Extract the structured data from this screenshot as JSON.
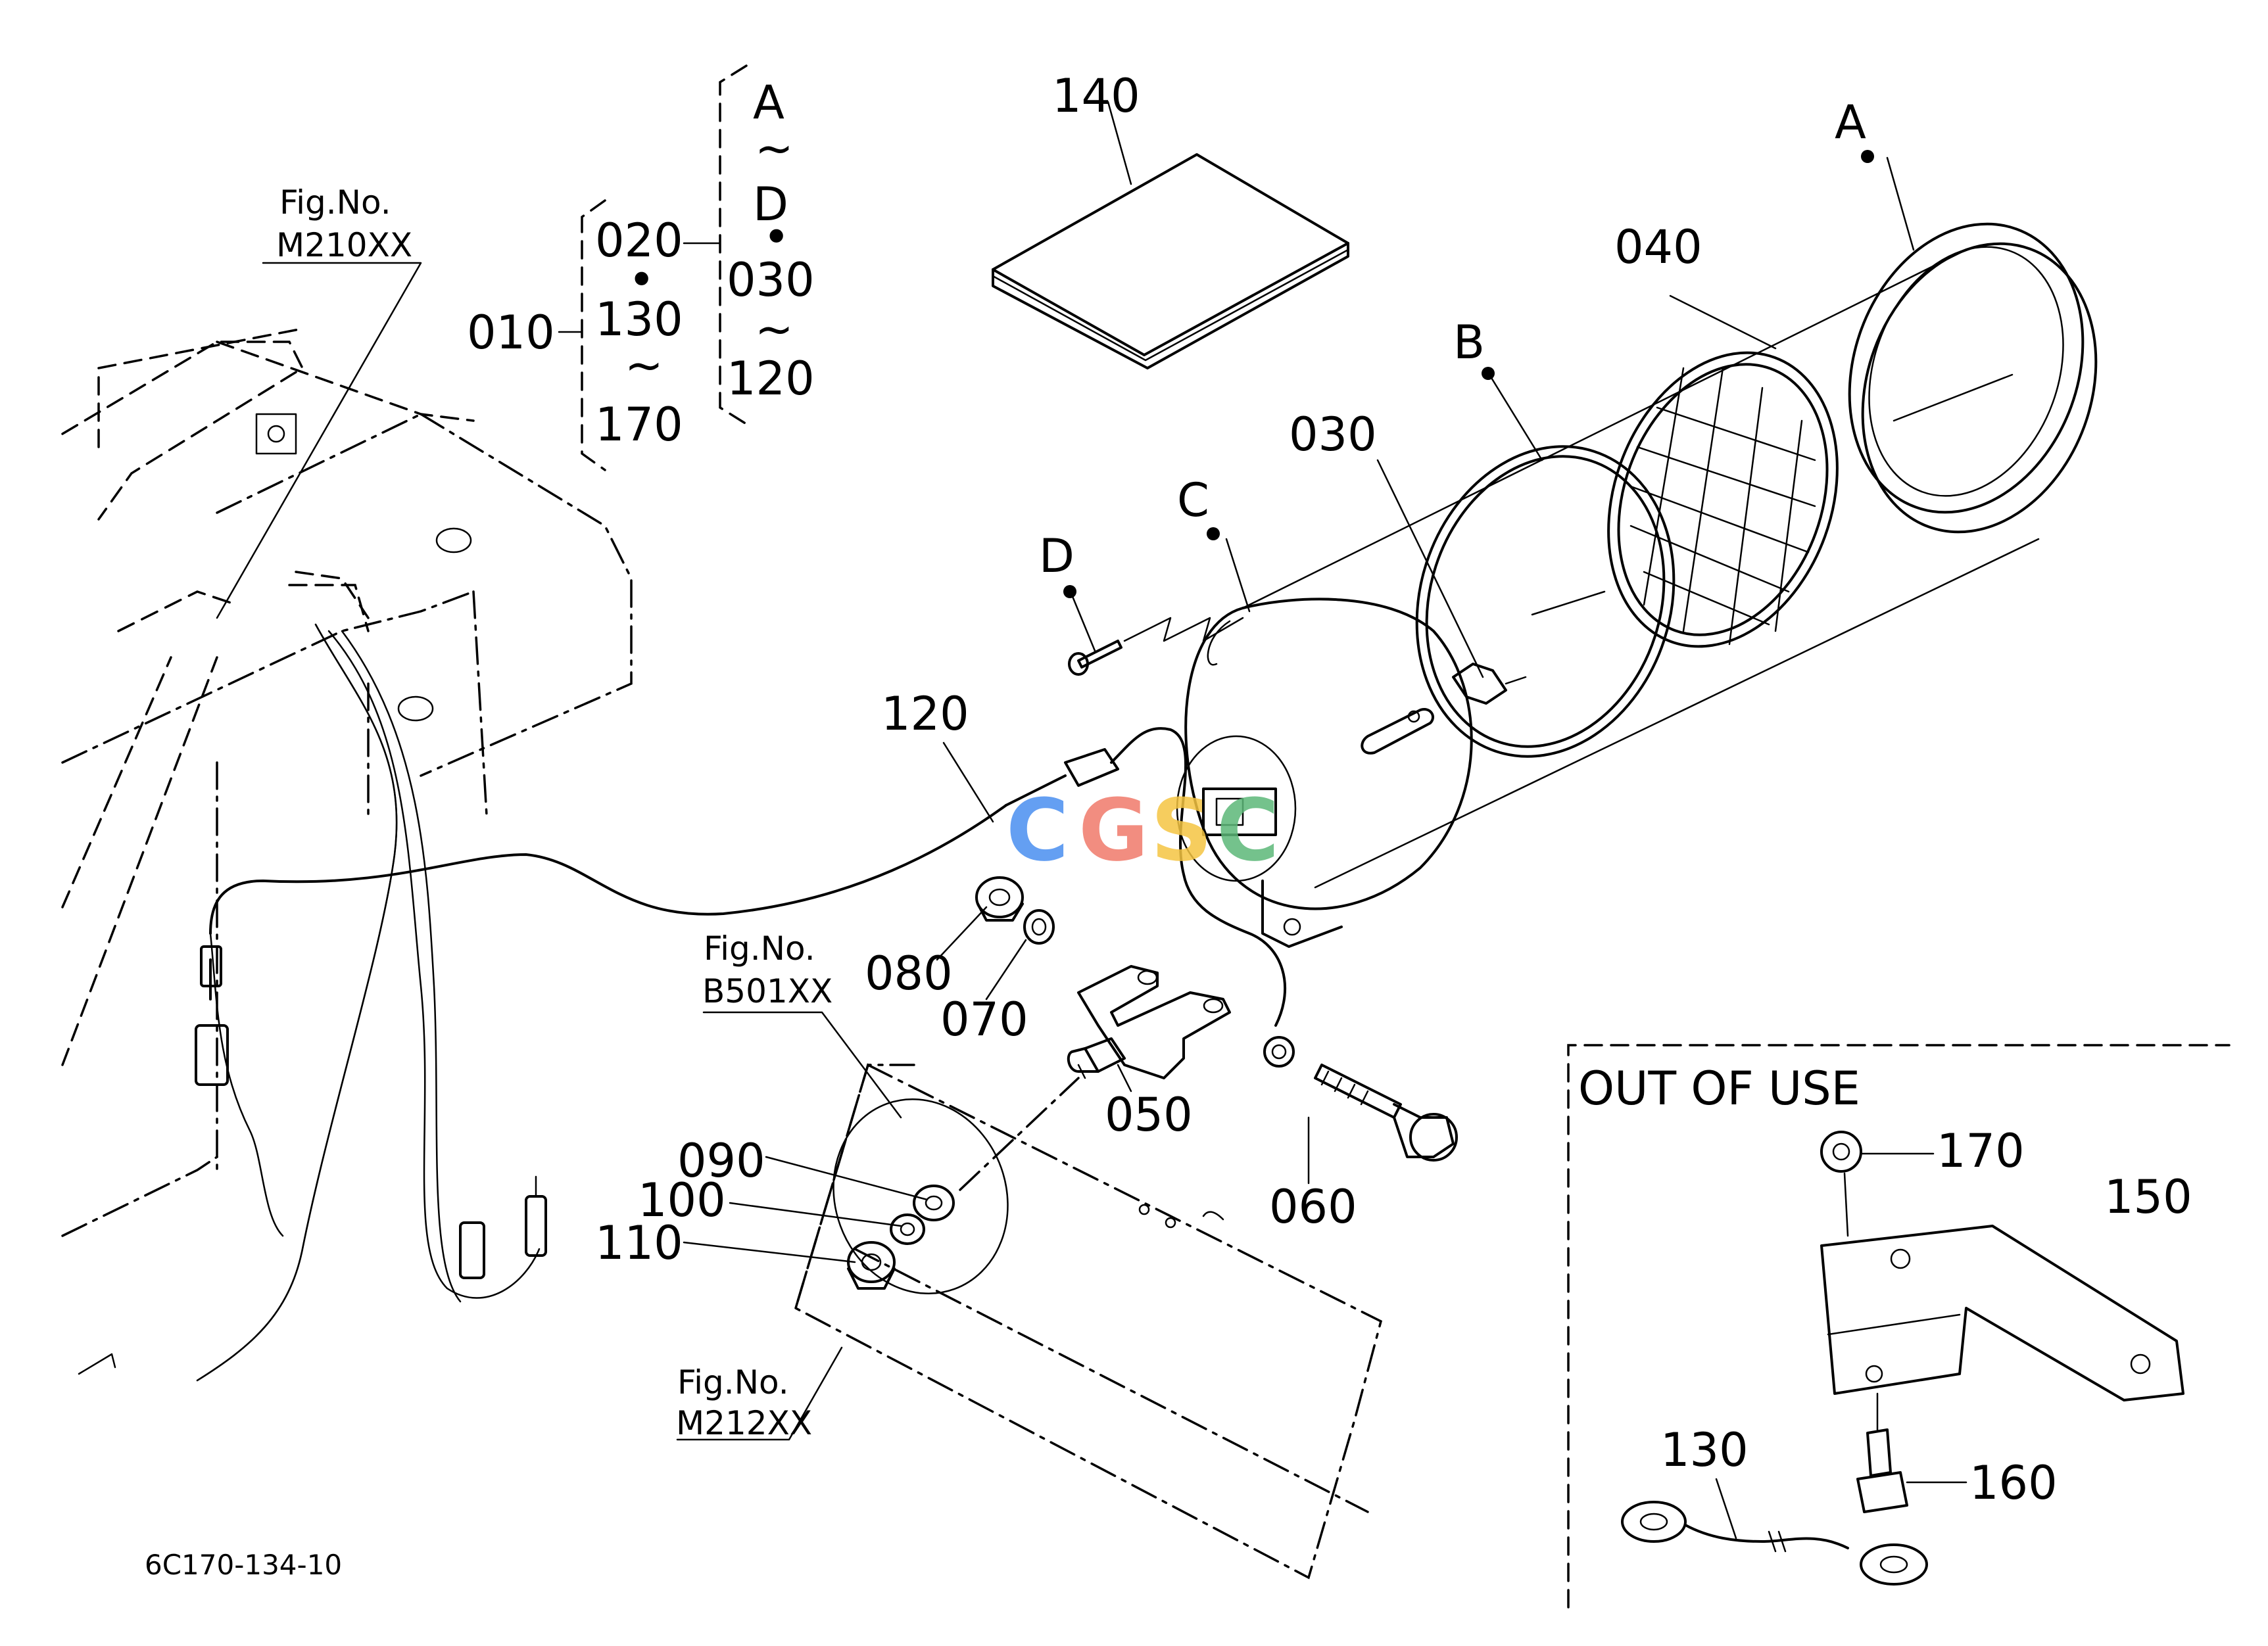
{
  "callouts": {
    "p010": "010",
    "p020": "020",
    "p030": "030",
    "p040": "040",
    "p050": "050",
    "p060": "060",
    "p070": "070",
    "p080": "080",
    "p090": "090",
    "p100": "100",
    "p110": "110",
    "p120": "120",
    "p130": "130",
    "p140": "140",
    "p150": "150",
    "p160": "160",
    "p170": "170"
  },
  "bracket": {
    "b020": "020",
    "b130": "130",
    "b170": "170",
    "bA": "A",
    "bD": "D",
    "b030": "030",
    "b120": "120",
    "dot": "•",
    "tilde": "~"
  },
  "points": {
    "A": "A",
    "B": "B",
    "C": "C",
    "D": "D"
  },
  "fig_refs": {
    "m210_label": "Fig.No.",
    "m210_code": "M210XX",
    "b501_label": "Fig.No.",
    "b501_code": "B501XX",
    "m212_label": "Fig.No.",
    "m212_code": "M212XX"
  },
  "inset": {
    "title": "OUT OF USE"
  },
  "drawing_number": "6C170-134-10",
  "watermark": {
    "text": "CGSC",
    "colors": [
      "#4a8ff0",
      "#f07a6a",
      "#f5c542",
      "#5cb878"
    ]
  }
}
